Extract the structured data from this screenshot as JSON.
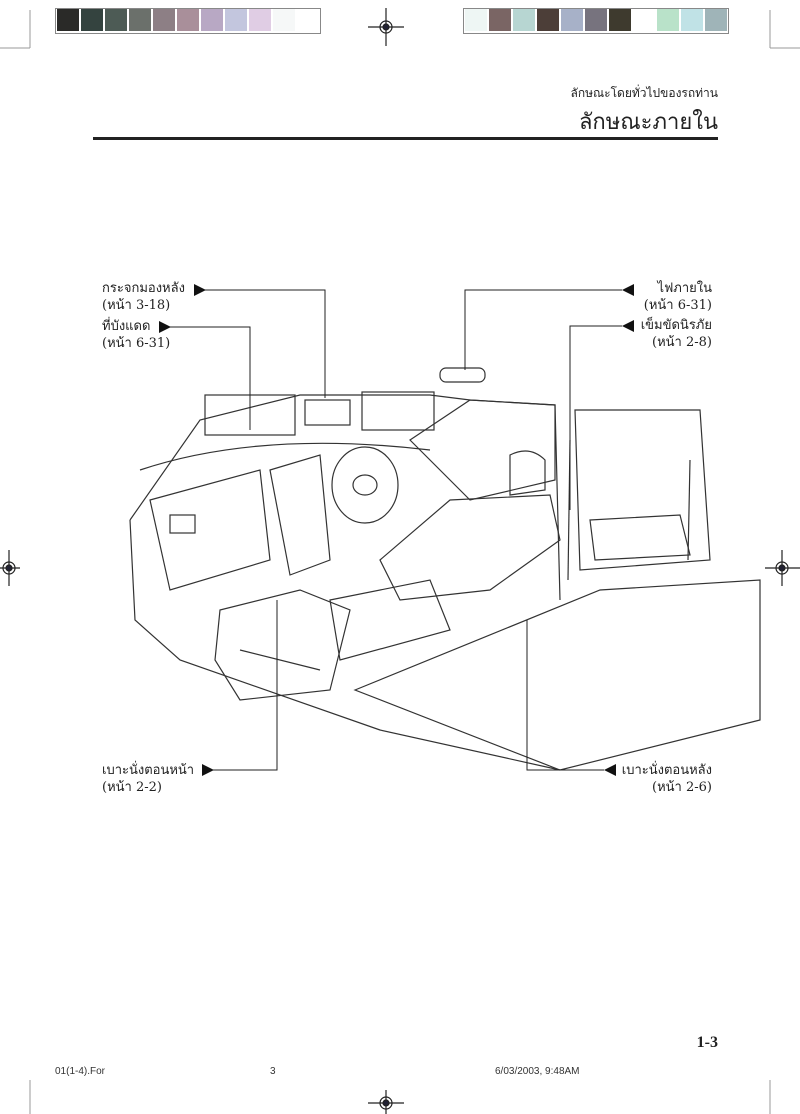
{
  "header": {
    "section": "ลักษณะโดยทั่วไปของรถท่าน",
    "title": "ลักษณะภายใน"
  },
  "callouts": {
    "rearview_mirror": {
      "label": "กระจกมองหลัง",
      "page": "(หน้า 3-18)"
    },
    "sun_visor": {
      "label": "ที่บังแดด",
      "page": "(หน้า 6-31)"
    },
    "interior_light": {
      "label": "ไฟภายใน",
      "page": "(หน้า 6-31)"
    },
    "seat_belt": {
      "label": "เข็มขัดนิรภัย",
      "page": "(หน้า 2-8)"
    },
    "front_seat": {
      "label": "เบาะนั่งตอนหน้า",
      "page": "(หน้า 2-2)"
    },
    "rear_seat": {
      "label": "เบาะนั่งตอนหลัง",
      "page": "(หน้า 2-6)"
    }
  },
  "page_number": "1-3",
  "footer": {
    "file": "01(1-4).For",
    "sheet": "3",
    "timestamp": "6/03/2003, 9:48AM"
  },
  "color_bars": {
    "left": [
      "#2a2a28",
      "#34433f",
      "#4d5b55",
      "#6b706b",
      "#8d7f85",
      "#a98f9a",
      "#b8a8c4",
      "#c3c6de",
      "#e0cde4",
      "#f6f8f8",
      "#ffffff"
    ],
    "right": [
      "#eef6f4",
      "#7a6564",
      "#b7d6d2",
      "#4c3e38",
      "#a7b1c8",
      "#77737e",
      "#3e3a2e",
      "#ffffff",
      "#b9e2c9",
      "#c0e2e6",
      "#9fb4b8"
    ]
  }
}
